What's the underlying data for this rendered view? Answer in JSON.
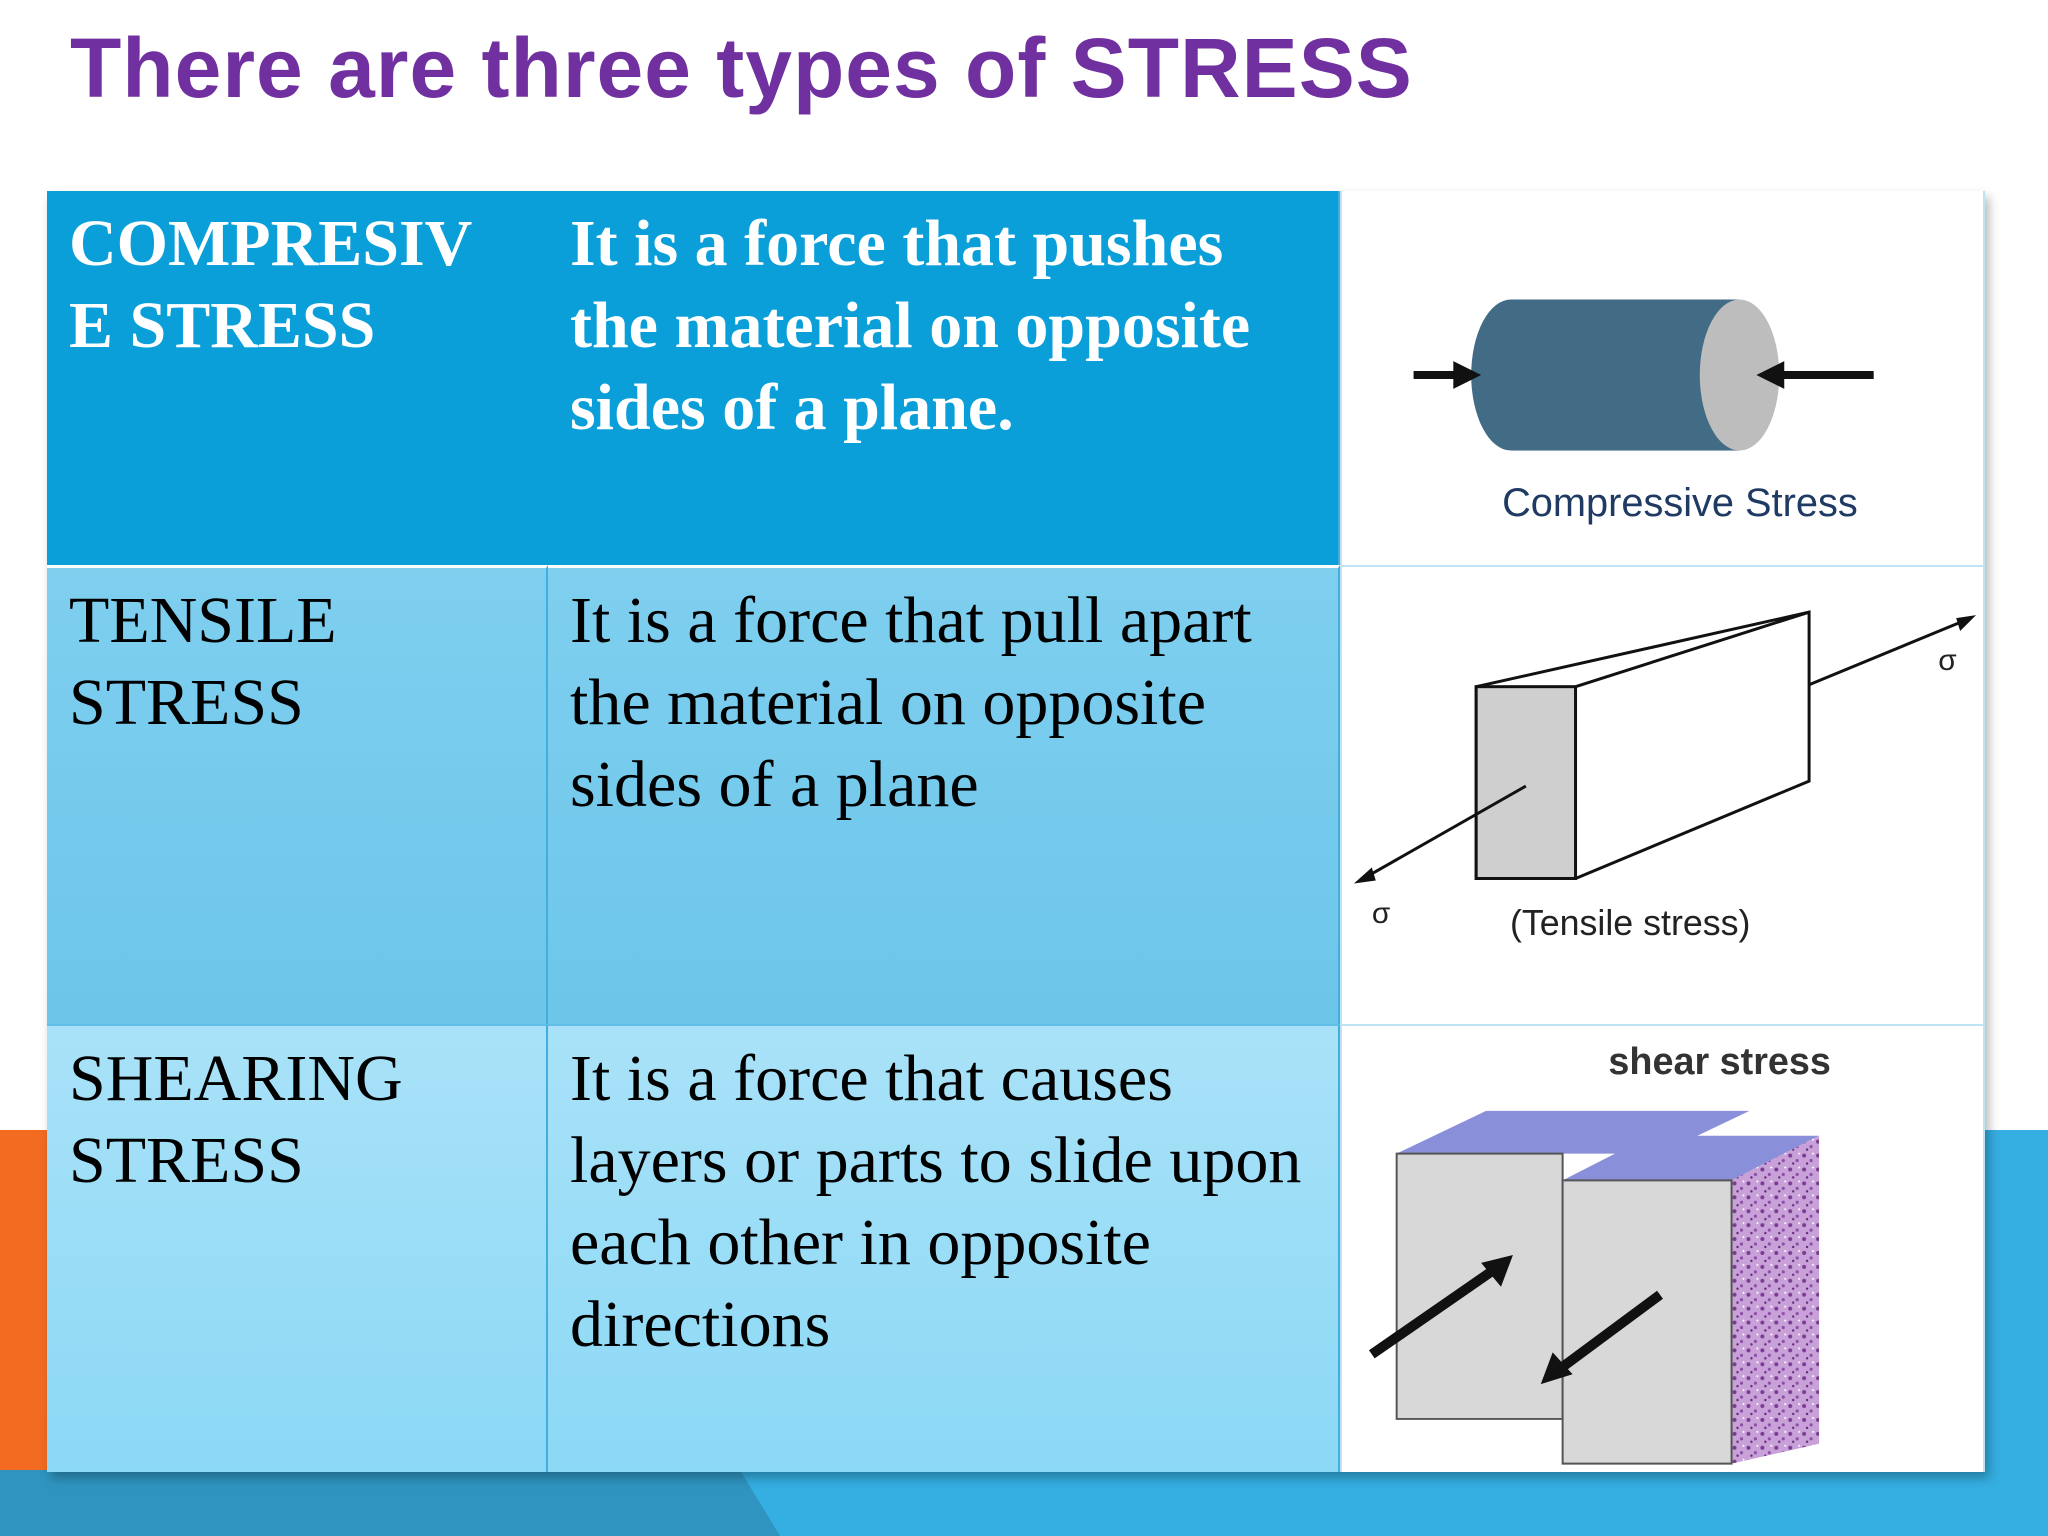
{
  "slide": {
    "title": "There are three types of STRESS"
  },
  "table": {
    "rows": [
      {
        "name": "COMPRESIV\nE STRESS",
        "name_lines": [
          "COMPRESIV",
          "E STRESS"
        ],
        "definition": "It is a force that pushes the material on opposite sides of a plane.",
        "figure": {
          "label": "Compressive Stress"
        }
      },
      {
        "name": "TENSILE STRESS",
        "name_lines": [
          "TENSILE",
          "STRESS"
        ],
        "definition": "It is a force that pull apart the material on opposite sides of a plane",
        "figure": {
          "label": "(Tensile stress)",
          "symbol_left": "σ",
          "symbol_right": "σ"
        }
      },
      {
        "name": "SHEARING STRESS",
        "name_lines": [
          "SHEARING",
          "STRESS"
        ],
        "definition": "It is a force that causes layers or parts to slide upon each other in opposite directions",
        "figure": {
          "label": "shear stress"
        }
      }
    ]
  },
  "colors": {
    "title": "#7030a0",
    "header_row": "#0a9fd8",
    "row_tensile": "#74c9ec",
    "row_shearing": "#9fdef7",
    "accent_orange": "#f26b21",
    "accent_blue": "#35aee1"
  }
}
